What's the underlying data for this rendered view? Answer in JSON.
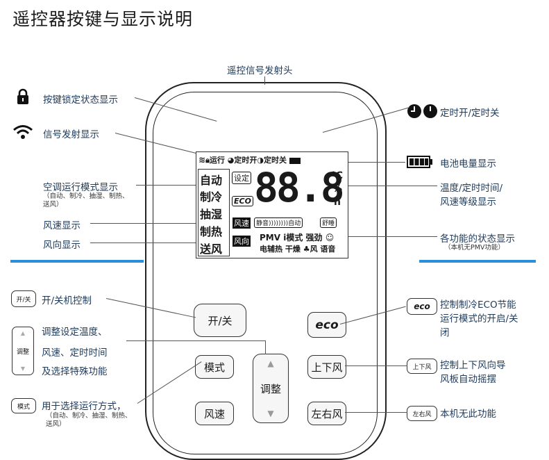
{
  "title": "遥控器按键与显示说明",
  "top_label": "遥控信号发射头",
  "left_labels": {
    "lock": "按键锁定状态显示",
    "signal": "信号发射显示",
    "mode": "空调运行模式显示",
    "mode_sub1": "（自动、制冷、抽湿、制热、",
    "mode_sub2": "送风）",
    "fan_speed": "风速显示",
    "fan_dir": "风向显示"
  },
  "right_labels": {
    "timer": "定时开/定时关",
    "battery": "电池电量显示",
    "temp1": "温度/定时时间/",
    "temp2": "风速等级显示",
    "status": "各功能的状态显示",
    "status_sub": "（本机无PMV功能）"
  },
  "lcd": {
    "top_row": "运行",
    "timer_on": "定时开",
    "timer_off": "定时关",
    "modes": [
      "自动",
      "制冷",
      "抽湿",
      "制热",
      "送风"
    ],
    "setting": "设定",
    "eco": "ECO",
    "digits": "88.8",
    "unit_c": "℃",
    "unit_pct": "%",
    "unit_h": "h",
    "fan_label": "风速",
    "fan_row": "静音))))))))自动",
    "comfort": "舒睡",
    "dir_label": "风向",
    "pmv_row": "PMV",
    "mode_i": "模式",
    "strong": "强劲",
    "heat_row": "电辅热 干燥",
    "wind_voice": "风 语音"
  },
  "buttons": {
    "power": "开/关",
    "eco": "eco",
    "mode": "模式",
    "adjust": "调整",
    "updown": "上下风",
    "fan": "风速",
    "leftright": "左右风"
  },
  "left_desc": {
    "power_icon": "开/关",
    "power": "开/关机控制",
    "adjust_icon": "调整",
    "adjust1": "调整设定温度、",
    "adjust2": "风速、定时时间",
    "adjust3": "及选择特殊功能",
    "mode_icon": "模式",
    "mode": "用于选择运行方式，",
    "mode_sub1": "（自动、制冷、抽湿、制热、",
    "mode_sub2": "送风）"
  },
  "right_desc": {
    "eco_icon": "eco",
    "eco1": "控制制冷ECO节能",
    "eco2": "运行模式的开启/关",
    "eco3": "闭",
    "updown_icon": "上下风",
    "updown1": "控制上下风向导",
    "updown2": "风板自动摇摆",
    "lr_icon": "左右风",
    "lr": "本机无此功能"
  }
}
